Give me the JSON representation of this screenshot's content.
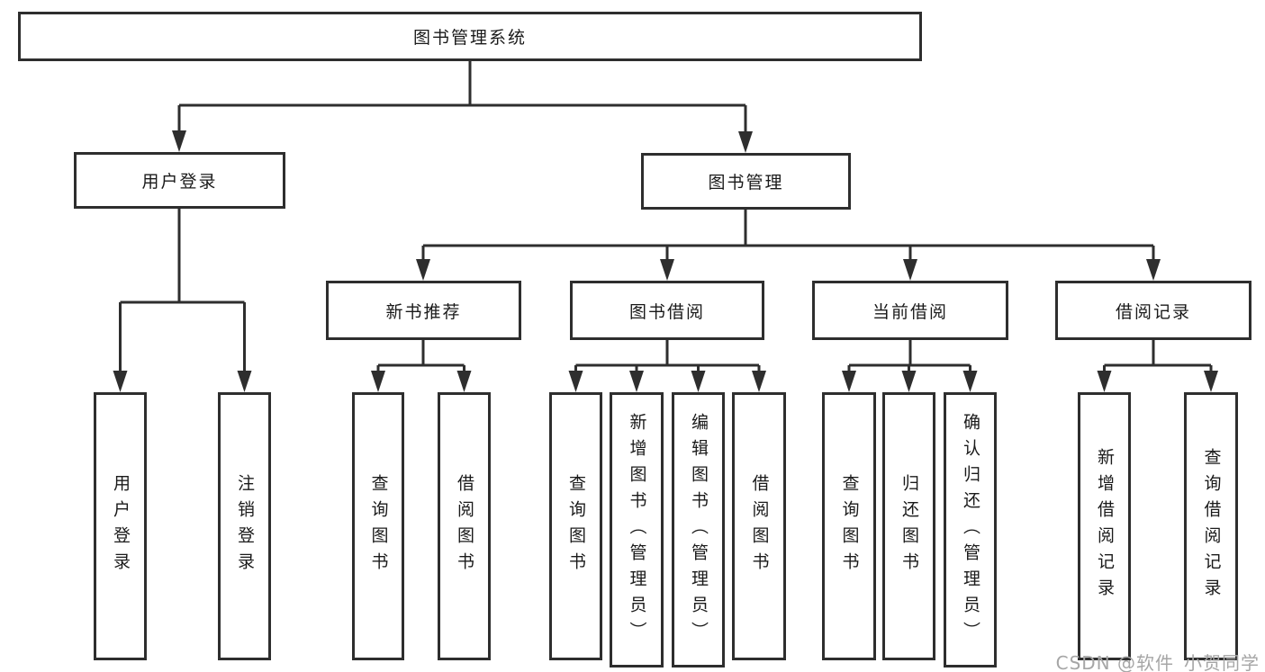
{
  "diagram": {
    "kind": "functional-structure-tree",
    "colors": {
      "line": "#2e2e2e",
      "box_border": "#2e2e2e",
      "text": "#1a1a1a",
      "background": "#ffffff",
      "watermark": "#a6a6a6"
    }
  },
  "tree": {
    "root": {
      "label": "图书管理系统"
    },
    "branches": [
      {
        "label": "用户登录",
        "children": [
          {
            "label": "用户登录"
          },
          {
            "label": "注销登录"
          }
        ]
      },
      {
        "label": "图书管理",
        "children": [
          {
            "label": "新书推荐",
            "children": [
              {
                "label": "查询图书"
              },
              {
                "label": "借阅图书"
              }
            ]
          },
          {
            "label": "图书借阅",
            "children": [
              {
                "label": "查询图书"
              },
              {
                "label": "新增图书（管理员）"
              },
              {
                "label": "编辑图书（管理员）"
              },
              {
                "label": "借阅图书"
              }
            ]
          },
          {
            "label": "当前借阅",
            "children": [
              {
                "label": "查询图书"
              },
              {
                "label": "归还图书"
              },
              {
                "label": "确认归还（管理员）"
              }
            ]
          },
          {
            "label": "借阅记录",
            "children": [
              {
                "label": "新增借阅记录"
              },
              {
                "label": "查询借阅记录"
              }
            ]
          }
        ]
      }
    ]
  },
  "watermark": {
    "text": "CSDN @软件_小贺同学"
  }
}
